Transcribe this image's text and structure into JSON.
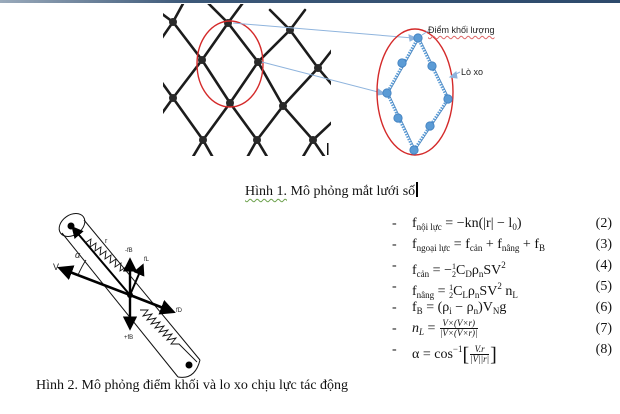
{
  "figure1": {
    "caption_label": "Hình 1.",
    "caption_text": " Mô phỏng mắt lưới số",
    "annotations": {
      "mass_point": "Điểm khối lượng",
      "spring": "Lò xo"
    },
    "colors": {
      "net": "#1a1a1a",
      "highlight_ellipse": "#d42a2a",
      "mass_point": "#5b9bd5",
      "arrow": "#8fb4dd"
    }
  },
  "figure2": {
    "caption": "Hình 2. Mô phỏng điểm khối và lo xo chịu lực tác động",
    "labels": {
      "velocity": "V",
      "alpha": "α",
      "r": "r",
      "minus_fb": "-fB",
      "plus_fb": "+fB",
      "lift": "fL",
      "drag": "fD"
    }
  },
  "equations": [
    {
      "bullet": "-",
      "number": "(2)",
      "lhs_base": "f",
      "lhs_sub": "nội lực",
      "rhs": "= −kn(|r| − l₀)"
    },
    {
      "bullet": "-",
      "number": "(3)",
      "lhs_base": "f",
      "lhs_sub": "ngoại lực",
      "rhs": "= f_cản + f_nâng + f_B"
    },
    {
      "bullet": "-",
      "number": "(4)",
      "lhs_base": "f",
      "lhs_sub": "cản",
      "rhs": "= −½ C_D ρ_n S V²"
    },
    {
      "bullet": "-",
      "number": "(5)",
      "lhs_base": "f",
      "lhs_sub": "nâng",
      "rhs": "= ½ C_L ρ_n S V² n_L"
    },
    {
      "bullet": "-",
      "number": "(6)",
      "lhs_base": "f",
      "lhs_sub": "B",
      "rhs": "= (ρ_i − ρ_n) V_N g"
    },
    {
      "bullet": "-",
      "number": "(7)",
      "lhs_base": "n",
      "lhs_sub": "L",
      "rhs": "= V×(V×r) / |V×(V×r)|"
    },
    {
      "bullet": "-",
      "number": "(8)",
      "lhs_base": "α",
      "lhs_sub": "",
      "rhs": "= cos⁻¹[V.r / (|V||r|)]"
    }
  ],
  "eq_parts": {
    "e2": {
      "rhs1": "= −kn(|r| − l",
      "rhs_sub": "0",
      "rhs2": ")"
    },
    "e3": {
      "eq": " = f",
      "s1": "cản",
      "plus1": " + f",
      "s2": "nâng",
      "plus2": " + f",
      "s3": "B"
    },
    "e4": {
      "eq": " = −",
      "half_n": "1",
      "half_d": "2",
      "c": "C",
      "c_sub": "D",
      "rho": "ρ",
      "rho_sub": "n",
      "sv": "SV",
      "sq": "2"
    },
    "e5": {
      "eq": " = ",
      "half_n": "1",
      "half_d": "2",
      "c": "C",
      "c_sub": "L",
      "rho": "ρ",
      "rho_sub": "n",
      "sv": "SV",
      "sq": "2",
      "n": "n",
      "n_sub": "L"
    },
    "e6": {
      "eq": " = (ρ",
      "s1": "i",
      "mid": " − ρ",
      "s2": "n",
      "close": ")V",
      "s3": "N",
      "g": "g"
    },
    "e7": {
      "eq": " = ",
      "num": "V×(V×r)",
      "den": "|V×(V×r)|"
    },
    "e8": {
      "eq": " = cos",
      "sup": "−1",
      "num": "V.r",
      "den": "|V||r|"
    }
  }
}
